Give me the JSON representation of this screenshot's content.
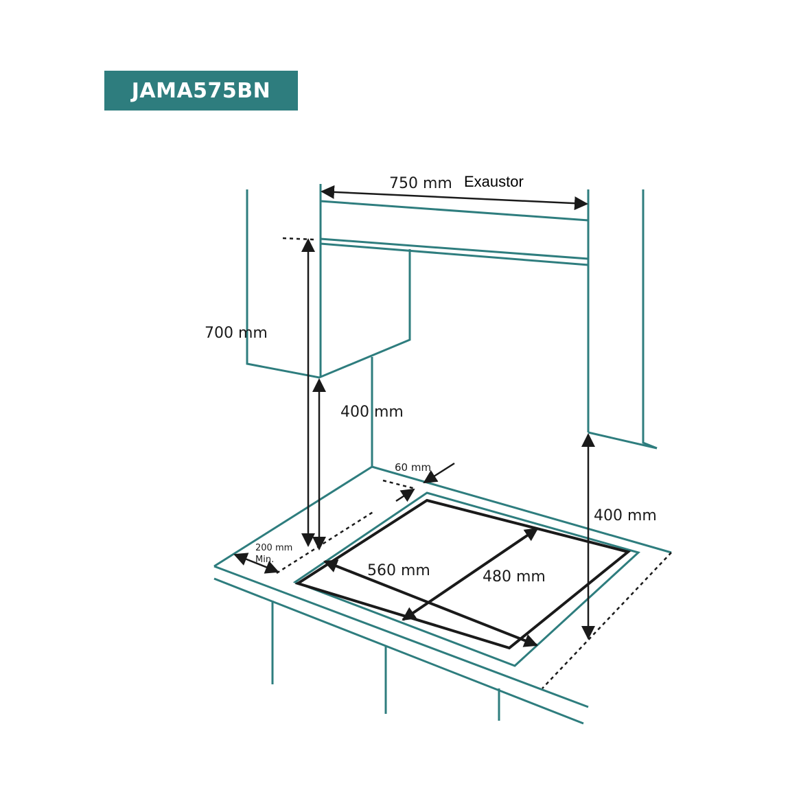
{
  "model": "JAMA575BN",
  "colors": {
    "teal": "#2e7d7e",
    "line": "#1a1a1a"
  },
  "dimensions": {
    "hood_width": "750 mm",
    "hood_label": "Exaustor",
    "hood_to_hob": "700 mm",
    "cabinet_left": "400 mm",
    "cabinet_right": "400 mm",
    "rear_clearance": "60 mm",
    "side_clearance_value": "200 mm",
    "side_clearance_note": "Min.",
    "cutout_width": "560 mm",
    "cutout_depth": "480 mm"
  }
}
